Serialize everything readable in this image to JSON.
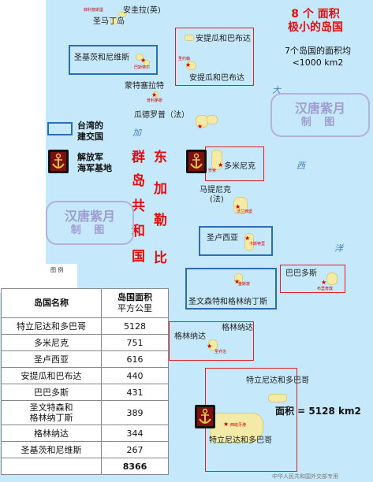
{
  "title": {
    "line1": "8 个 面积",
    "line2": "极小的岛国"
  },
  "subtitle": {
    "line1": "7个岛国的面积均",
    "line2": "<1000 km2"
  },
  "legend": {
    "blue_box_label_line1": "台湾的",
    "blue_box_label_line2": "建交国",
    "anchor_label_line1": "解放军",
    "anchor_label_line2": "海军基地",
    "legend_title": "图 例"
  },
  "region_left_chars": [
    "群",
    "岛",
    "共",
    "和",
    "国"
  ],
  "region_right_chars": [
    "东",
    "加",
    "勒",
    "比"
  ],
  "map_labels": {
    "anguilla": "安圭拉(英)",
    "saint_martin": "圣马丁岛",
    "skn": "圣基茨和尼维斯",
    "antigua": "安提瓜和巴布达",
    "antigua_2": "安提瓜和巴布达",
    "montserrat": "蒙特塞拉特",
    "guadeloupe": "瓜德罗普（法）",
    "dominica": "多米尼克",
    "martinique": "马提尼克",
    "martinique_2": "(法)",
    "saint_lucia": "圣卢西亚",
    "barbados": "巴巴多斯",
    "svg": "圣文森特和格林纳丁斯",
    "grenada": "格林纳达",
    "grenada_2": "格林纳达",
    "trinidad_top": "特立尼达和多巴哥",
    "trinidad_bottom": "特立尼达和多巴哥",
    "area_note": "面积 = 5128 km2",
    "credit": "中华人民共和国外交部专用",
    "sea_1": "大",
    "sea_2": "西",
    "sea_3": "洋",
    "sea_4": "加"
  },
  "capital_labels": {
    "basseterre": "巴斯特尔",
    "st_johns": "圣约翰",
    "plymouth": "普利茅斯",
    "roseau": "罗索",
    "fort_de_france": "法兰西堡",
    "castries": "卡斯特里",
    "bridgetown": "布里奇敦",
    "kingstown": "金斯敦",
    "st_georges": "圣乔治",
    "port_of_spain": "西班牙港",
    "philipsburg": "菲利普斯堡"
  },
  "watermark": {
    "line1": "汉唐紫月",
    "line2": "制 图"
  },
  "table": {
    "header_name": "岛国名称",
    "header_area_line1": "岛国面积",
    "header_area_line2": "平方公里",
    "rows": [
      {
        "name": "特立尼达和多巴哥",
        "area": "5128"
      },
      {
        "name": "多米尼克",
        "area": "751"
      },
      {
        "name": "圣卢西亚",
        "area": "616"
      },
      {
        "name": "安提瓜和巴布达",
        "area": "440"
      },
      {
        "name": "巴巴多斯",
        "area": "431"
      },
      {
        "name_line1": "圣文特森和",
        "name_line2": "格林纳丁斯",
        "area": "389"
      },
      {
        "name": "格林纳达",
        "area": "344"
      },
      {
        "name": "圣基茨和尼维斯",
        "area": "267"
      }
    ],
    "total": "8366"
  },
  "colors": {
    "sea": "#c6e8fb",
    "land": "#f2eaa6",
    "highlight_red": "#e02020",
    "taiwan_blue": "#2a6fb5",
    "watermark": "#a09ed0"
  }
}
